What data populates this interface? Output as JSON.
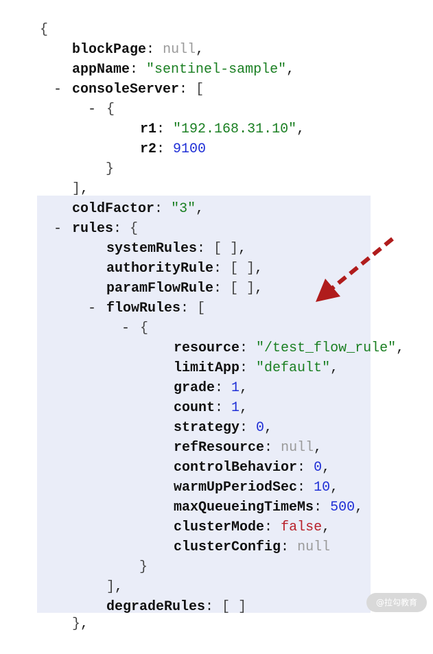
{
  "viewer": {
    "lines": [
      {
        "id": "open",
        "toggle": "",
        "open": "{"
      },
      {
        "id": "blockPage",
        "key": "blockPage",
        "value": "null",
        "type": "null",
        "comma": ","
      },
      {
        "id": "appName",
        "key": "appName",
        "value": "\"sentinel-sample\"",
        "type": "string",
        "comma": ","
      },
      {
        "id": "consoleServer",
        "toggle": "-",
        "key": "consoleServer",
        "open": "["
      },
      {
        "id": "consoleServer-item",
        "toggle": "-",
        "open": "{"
      },
      {
        "id": "r1",
        "key": "r1",
        "value": "\"192.168.31.10\"",
        "type": "string",
        "comma": ","
      },
      {
        "id": "r2",
        "key": "r2",
        "value": "9100",
        "type": "number"
      },
      {
        "id": "consoleServer-item-close",
        "close": "}"
      },
      {
        "id": "consoleServer-close",
        "close": "]",
        "comma": ","
      },
      {
        "id": "coldFactor",
        "key": "coldFactor",
        "value": "\"3\"",
        "type": "string",
        "comma": ","
      },
      {
        "id": "rules",
        "toggle": "-",
        "key": "rules",
        "open": "{"
      },
      {
        "id": "systemRules",
        "key": "systemRules",
        "value": "[ ]",
        "type": "bracket",
        "comma": ","
      },
      {
        "id": "authorityRule",
        "key": "authorityRule",
        "value": "[ ]",
        "type": "bracket",
        "comma": ","
      },
      {
        "id": "paramFlowRule",
        "key": "paramFlowRule",
        "value": "[ ]",
        "type": "bracket",
        "comma": ","
      },
      {
        "id": "flowRules",
        "toggle": "-",
        "key": "flowRules",
        "open": "["
      },
      {
        "id": "flowRules-item",
        "toggle": "-",
        "open": "{"
      },
      {
        "id": "resource",
        "key": "resource",
        "value": "\"/test_flow_rule\"",
        "type": "string",
        "comma": ","
      },
      {
        "id": "limitApp",
        "key": "limitApp",
        "value": "\"default\"",
        "type": "string",
        "comma": ","
      },
      {
        "id": "grade",
        "key": "grade",
        "value": "1",
        "type": "number",
        "comma": ","
      },
      {
        "id": "count",
        "key": "count",
        "value": "1",
        "type": "number",
        "comma": ","
      },
      {
        "id": "strategy",
        "key": "strategy",
        "value": "0",
        "type": "number",
        "comma": ","
      },
      {
        "id": "refResource",
        "key": "refResource",
        "value": "null",
        "type": "null",
        "comma": ","
      },
      {
        "id": "controlBehavior",
        "key": "controlBehavior",
        "value": "0",
        "type": "number",
        "comma": ","
      },
      {
        "id": "warmUpPeriodSec",
        "key": "warmUpPeriodSec",
        "value": "10",
        "type": "number",
        "comma": ","
      },
      {
        "id": "maxQueueingTimeMs",
        "key": "maxQueueingTimeMs",
        "value": "500",
        "type": "number",
        "comma": ","
      },
      {
        "id": "clusterMode",
        "key": "clusterMode",
        "value": "false",
        "type": "boolean",
        "comma": ","
      },
      {
        "id": "clusterConfig",
        "key": "clusterConfig",
        "value": "null",
        "type": "null"
      },
      {
        "id": "flowRules-item-close",
        "close": "}"
      },
      {
        "id": "flowRules-close",
        "close": "]",
        "comma": ","
      },
      {
        "id": "degradeRules",
        "key": "degradeRules",
        "value": "[ ]",
        "type": "bracket"
      },
      {
        "id": "rules-close",
        "close": "}",
        "comma": ","
      }
    ]
  },
  "annotation": {
    "arrow_color": "#b01c1c",
    "icon": "dashed-arrow-icon"
  },
  "watermark": {
    "text": "@拉勾教育"
  },
  "colors": {
    "highlight": "#eaedf8",
    "string": "#1a7f22",
    "number": "#1f2fd6",
    "null": "#9a9a9a",
    "boolean": "#b8202a"
  }
}
